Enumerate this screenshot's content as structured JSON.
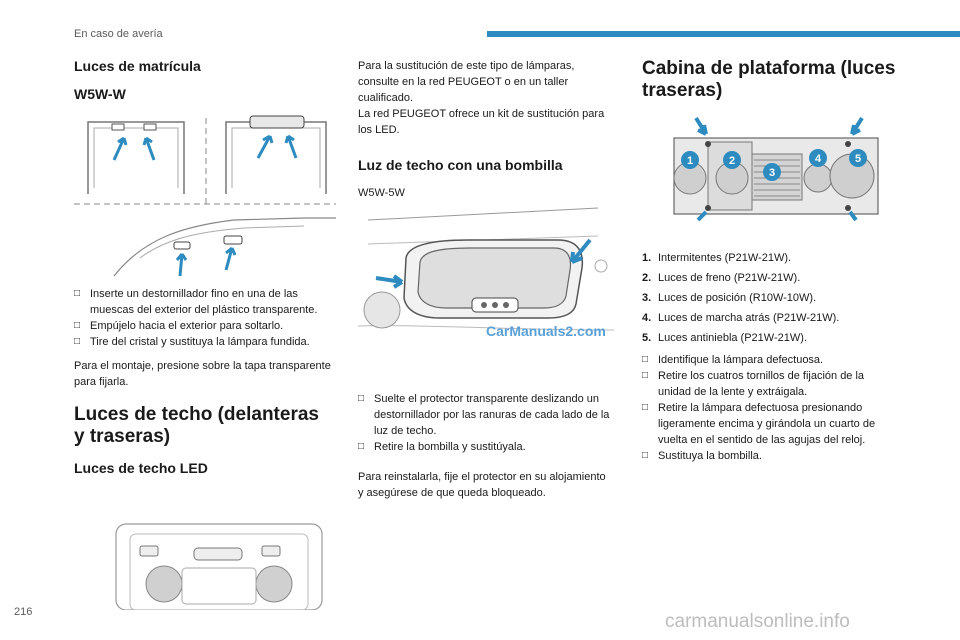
{
  "header": {
    "title": "En caso de avería"
  },
  "page_number": "216",
  "col1": {
    "h_matricula": "Luces de matrícula",
    "h_w5w": "W5W-W",
    "bullets": [
      "Inserte un destornillador fino en una de las muescas del exterior del plástico transparente.",
      "Empújelo hacia el exterior para soltarlo.",
      "Tire del cristal y sustituya la lámpara fundida."
    ],
    "para_montaje": "Para el montaje, presione sobre la tapa transparente para fijarla.",
    "h_techo": "Luces de techo (delanteras y traseras)",
    "h_techo_led": "Luces de techo LED"
  },
  "col2": {
    "para_led": "Para la sustitución de este tipo de lámparas, consulte en la red PEUGEOT o en un taller cualificado.",
    "para_kit": "La red PEUGEOT ofrece un kit de sustitución para los LED.",
    "h_bombilla": "Luz de techo con una bombilla",
    "spec": "W5W-5W",
    "bullets": [
      "Suelte el protector transparente deslizando un destornillador por las ranuras de cada lado de la luz de techo.",
      "Retire la bombilla y sustitúyala."
    ],
    "para_reinstalar": "Para reinstalarla, fije el protector en su alojamiento y asegúrese de que queda bloqueado."
  },
  "col3": {
    "h_cabina": "Cabina de plataforma (luces traseras)",
    "callouts": [
      "1",
      "2",
      "3",
      "4",
      "5"
    ],
    "items": [
      {
        "n": "1.",
        "t": "Intermitentes (P21W-21W)."
      },
      {
        "n": "2.",
        "t": "Luces de freno (P21W-21W)."
      },
      {
        "n": "3.",
        "t": "Luces de posición (R10W-10W)."
      },
      {
        "n": "4.",
        "t": "Luces de marcha atrás (P21W-21W)."
      },
      {
        "n": "5.",
        "t": "Luces antiniebla (P21W-21W)."
      }
    ],
    "bullets": [
      "Identifique la lámpara defectuosa.",
      "Retire los cuatros tornillos de fijación de la unidad de la lente y extráigala.",
      "Retire la lámpara defectuosa presionando ligeramente encima y girándola un cuarto de vuelta en el sentido de las agujas del reloj.",
      "Sustituya la bombilla."
    ]
  },
  "bullet_marker": "□",
  "watermark": "CarManuals2.com",
  "footer_watermark": "carmanualsonline.info",
  "colors": {
    "accent": "#2e8bc0",
    "callout": "#2e8bc0",
    "arrow": "#2e8bc0"
  }
}
